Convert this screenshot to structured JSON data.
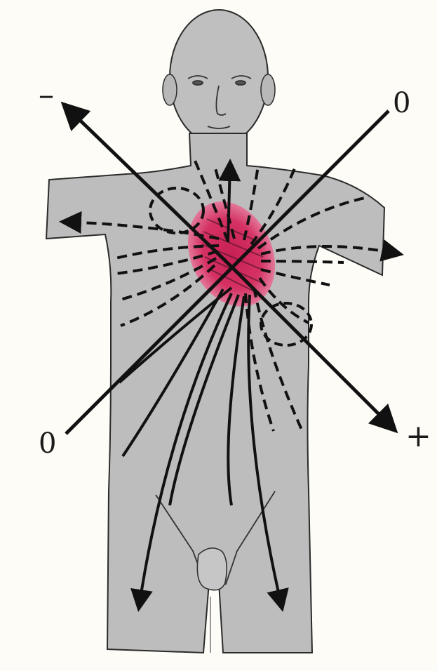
{
  "labels": {
    "minus": "–",
    "zero_top": "0",
    "zero_bottom": "0",
    "plus": "+"
  },
  "colors": {
    "background": "#fdfcf7",
    "body": "#bdbdbd",
    "body_outline": "#2b2b2b",
    "heart": "#d62a5e",
    "line": "#111111"
  },
  "icons": [
    "human-torso-figure",
    "heart-dipole",
    "arrowhead"
  ]
}
